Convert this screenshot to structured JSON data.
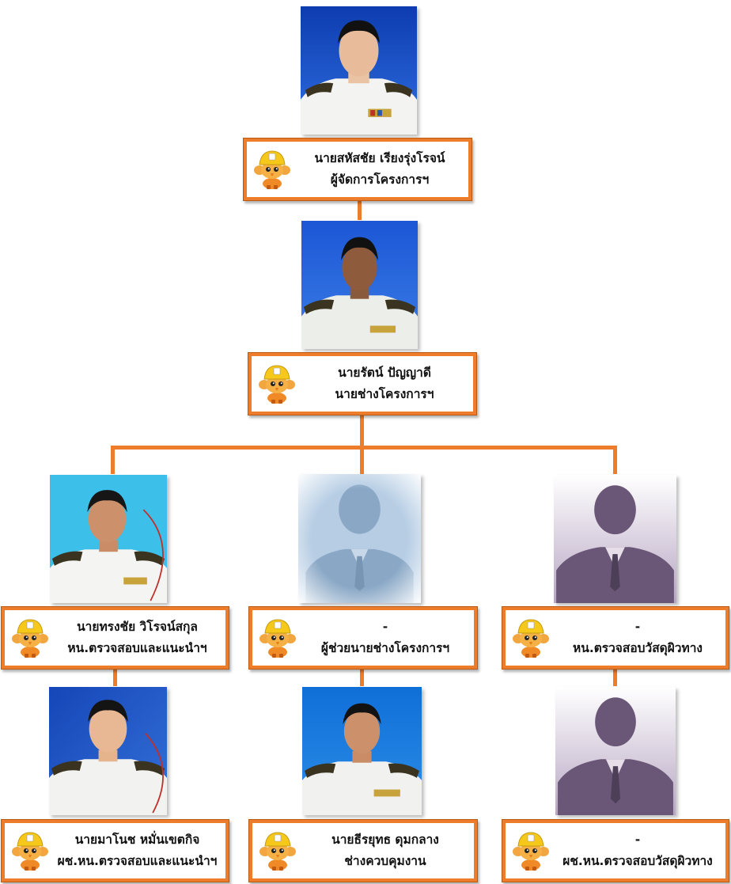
{
  "colors": {
    "connector": "#ee7d2b",
    "card_border": "#ee7d2b",
    "photo_blue_background": "#1f55c8",
    "photo_cyan_background": "#3fc3ea",
    "placeholder_blue": "#9db8d3",
    "placeholder_purple": "#6a5676"
  },
  "icons": {
    "mascot": "orange-helmet-mascot-icon",
    "placeholder": "person-silhouette-icon"
  },
  "org": {
    "manager": {
      "name": "นายสหัสชัย   เรียงรุ่งโรจน์",
      "position": "ผู้จัดการโครงการฯ"
    },
    "engineer": {
      "name": "นายรัตน์   ปัญญาดี",
      "position": "นายช่างโครงการฯ"
    },
    "left": {
      "name": "นายทรงชัย   วิโรจน์สกุล",
      "position": "หน.ตรวจสอบและแนะนำฯ"
    },
    "middle": {
      "name": "-",
      "position": "ผู้ช่วยนายช่างโครงการฯ"
    },
    "right": {
      "name": "-",
      "position": "หน.ตรวจสอบวัสดุผิวทาง"
    },
    "left_sub": {
      "name": "นายมาโนช   หมั่นเขตกิจ",
      "position": "ผช.หน.ตรวจสอบและแนะนำฯ"
    },
    "middle_sub": {
      "name": "นายธีรยุทธ   ดุมกลาง",
      "position": "ช่างควบคุมงาน"
    },
    "right_sub": {
      "name": "-",
      "position": "ผช.หน.ตรวจสอบวัสดุผิวทาง"
    }
  }
}
